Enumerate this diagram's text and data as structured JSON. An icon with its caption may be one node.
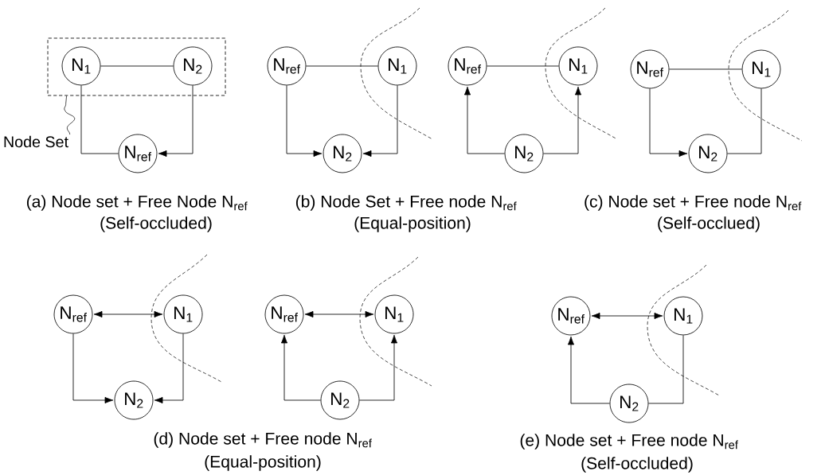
{
  "diagram": {
    "nodes": [
      {
        "text": [],
        "shape": "box"
      },
      {
        "text": [
          "N$_{1}$"
        ],
        "in": 0
      },
      {
        "text": [
          "N$_{2}$"
        ],
        "in": 0
      },
      {
        "text": [
          "N$_{ref}$"
        ]
      },
      {
        "text": [
          "Node Set"
        ]
      },
      {
        "text": [
          "N$_{ref}$"
        ]
      },
      {
        "text": [
          "N$_{1}$"
        ]
      },
      {
        "text": [
          "N$_{2}$"
        ]
      },
      {
        "text": [
          "N$_{ref}$"
        ]
      },
      {
        "text": [
          "N$_{1}$"
        ]
      },
      {
        "text": [
          "N$_{2}$"
        ]
      },
      {
        "text": [
          "N$_{ref}$"
        ]
      },
      {
        "text": [
          "N$_{1}$"
        ]
      },
      {
        "text": [
          "N$_{2}$"
        ]
      },
      {
        "text": [
          "N$_{ref}$"
        ]
      },
      {
        "text": [
          "N$_{1}$"
        ]
      },
      {
        "text": [
          "N$_{2}$"
        ]
      },
      {
        "text": [
          "N$_{ref}$"
        ]
      },
      {
        "text": [
          "N$_{1}$"
        ]
      },
      {
        "text": [
          "N$_{2}$"
        ]
      },
      {
        "text": [
          "N$_{ref}$"
        ]
      },
      {
        "text": [
          "N$_{1}$"
        ]
      },
      {
        "text": [
          "N$_{2}$"
        ]
      }
    ],
    "edges": [
      {
        "from": 1,
        "to": 2,
        "arrow": "none"
      },
      {
        "from": 1,
        "to": 3,
        "arrow": "none"
      },
      {
        "from": 2,
        "to": 3,
        "arrow": "to"
      },
      {
        "from": 4,
        "to": 0,
        "arrow": "none"
      },
      {
        "from": 5,
        "to": 6,
        "arrow": "none"
      },
      {
        "from": 5,
        "to": 7,
        "arrow": "to"
      },
      {
        "from": 6,
        "to": 7,
        "arrow": "to"
      },
      {
        "from": 8,
        "to": 9,
        "arrow": "none"
      },
      {
        "from": 10,
        "to": 8,
        "arrow": "to"
      },
      {
        "from": 10,
        "to": 9,
        "arrow": "to"
      },
      {
        "from": 11,
        "to": 12,
        "arrow": "none"
      },
      {
        "from": 11,
        "to": 13,
        "arrow": "to"
      },
      {
        "from": 13,
        "to": 12,
        "arrow": "none"
      },
      {
        "from": 14,
        "to": 15,
        "arrow": "both"
      },
      {
        "from": 14,
        "to": 16,
        "arrow": "to"
      },
      {
        "from": 15,
        "to": 16,
        "arrow": "to"
      },
      {
        "from": 17,
        "to": 18,
        "arrow": "both"
      },
      {
        "from": 19,
        "to": 17,
        "arrow": "to"
      },
      {
        "from": 19,
        "to": 18,
        "arrow": "to"
      },
      {
        "from": 20,
        "to": 21,
        "arrow": "both"
      },
      {
        "from": 22,
        "to": 20,
        "arrow": "to"
      },
      {
        "from": 22,
        "to": 21,
        "arrow": "none"
      }
    ],
    "labels": [
      "(a) Node set + Free Node N$_{ref}$",
      "(Self-occluded)",
      "(b) Node Set + Free node N$_{ref}$",
      "(Equal-position)",
      "(c) Node set + Free node N$_{ref}$",
      "(Self-occlued)",
      "(d) Node set + Free node N$_{ref}$",
      "(Equal-position)",
      "(e) Node set + Free node N$_{ref}$",
      "(Self-occluded)"
    ]
  }
}
